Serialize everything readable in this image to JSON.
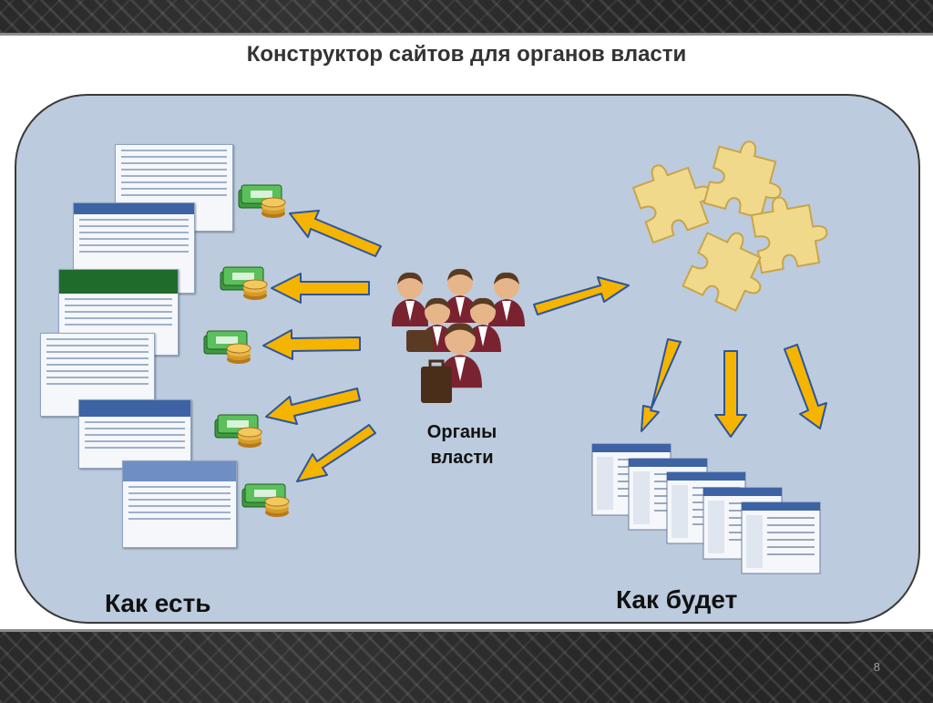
{
  "slide": {
    "title": "Конструктор сайтов для органов власти",
    "center_label": "Органы\nвласти",
    "left_caption": "Как есть",
    "right_caption": "Как будет",
    "page_number": "8"
  },
  "icons": [
    "money-stack-icon",
    "officials-group-icon",
    "puzzle-icon",
    "website-template-icon",
    "arrow-icon"
  ],
  "colors": {
    "panel": "#bccbde",
    "arrow": "#f4b400",
    "arrow_stroke": "#2f5597",
    "puzzle": "#f1d98c",
    "band": "#262626"
  }
}
